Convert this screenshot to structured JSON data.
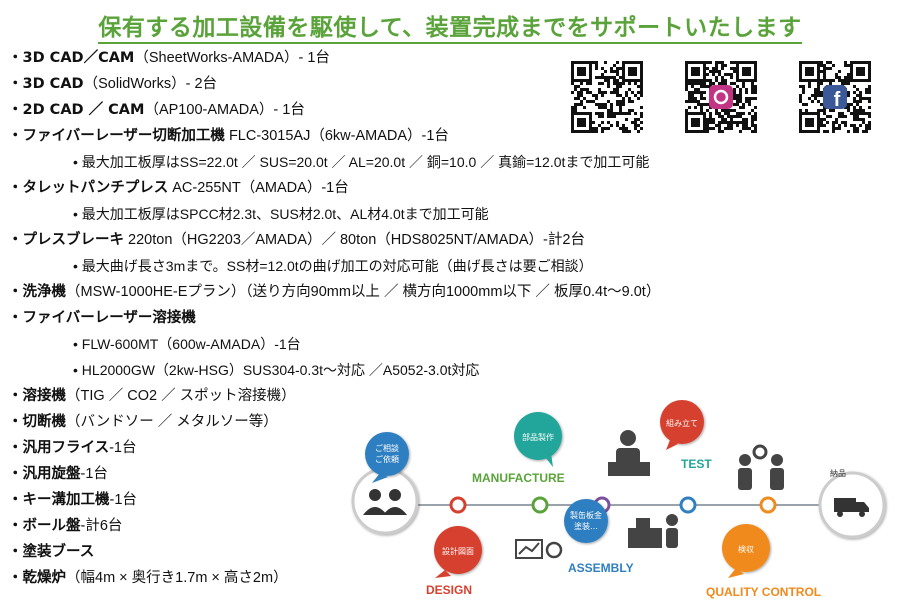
{
  "headline": "保有する加工設備を駆使して、装置完成までをサポートいたします",
  "equipment": [
    {
      "bold": "・3D CAD／CAM",
      "rest": "（SheetWorks-AMADA）- 1台"
    },
    {
      "bold": "・3D CAD",
      "rest": "（SolidWorks）- 2台"
    },
    {
      "bold": "・2D CAD ／ CAM",
      "rest": "（AP100-AMADA）- 1台"
    },
    {
      "bold": "・ファイバーレーザー切断加工機",
      "rest": " FLC-3015AJ（6kw-AMADA）-1台"
    },
    {
      "bold": "",
      "rest": "• 最大加工板厚はSS=22.0t ／ SUS=20.0t ／ AL=20.0t ／ 銅=10.0 ／ 真鍮=12.0tまで加工可能"
    },
    {
      "bold": "・タレットパンチプレス",
      "rest": " AC-255NT（AMADA）-1台"
    },
    {
      "bold": "",
      "rest": "• 最大加工板厚はSPCC材2.3t、SUS材2.0t、AL材4.0tまで加工可能"
    },
    {
      "bold": "・プレスブレーキ",
      "rest": " 220ton（HG2203／AMADA）／ 80ton（HDS8025NT/AMADA）-計2台"
    },
    {
      "bold": "",
      "rest": "• 最大曲げ長さ3mまで。SS材=12.0tの曲げ加工の対応可能（曲げ長さは要ご相談）"
    },
    {
      "bold": "・洗浄機",
      "rest": "（MSW-1000HE-Eプラン）（送り方向90mm以上 ／ 横方向1000mm以下 ／ 板厚0.4t～9.0t）"
    },
    {
      "bold": "・ファイバーレーザー溶接機",
      "rest": ""
    },
    {
      "bold": "",
      "rest": "• FLW-600MT（600w-AMADA）-1台"
    },
    {
      "bold": "",
      "rest": "• HL2000GW（2kw-HSG）SUS304-0.3t～対応 ／A5052-3.0t対応"
    },
    {
      "bold": "・溶接機",
      "rest": "（TIG ／ CO2 ／ スポット溶接機）"
    },
    {
      "bold": "・切断機",
      "rest": "（バンドソー ／ メタルソー等）"
    },
    {
      "bold": "・汎用フライス",
      "rest": "-1台"
    },
    {
      "bold": "・汎用旋盤",
      "rest": "-1台"
    },
    {
      "bold": "・キー溝加工機",
      "rest": "-1台"
    },
    {
      "bold": "・ボール盤",
      "rest": "-計6台"
    },
    {
      "bold": "・塗装ブース",
      "rest": ""
    },
    {
      "bold": "・乾燥炉",
      "rest": "（幅4m × 奥行き1.7m × 高さ2m）"
    }
  ],
  "qr_codes": [
    {
      "name": "website-qr",
      "icon": "qr-code"
    },
    {
      "name": "instagram-qr",
      "icon": "instagram-logo"
    },
    {
      "name": "facebook-qr",
      "icon": "facebook-logo"
    }
  ],
  "process": {
    "bubbles": {
      "consult": "ご相談\nご依頼",
      "parts": "部品製作",
      "assemble": "組み立て",
      "design": "設計図面",
      "sheet": "製缶板金\n塗装…",
      "inspect": "検収",
      "deliver": "納品"
    },
    "labels": {
      "manufacture": "MANUFACTURE",
      "test": "TEST",
      "design": "DESIGN",
      "assembly": "ASSEMBLY",
      "quality": "QUALITY CONTROL"
    },
    "colors": {
      "blue": "#2f7fc1",
      "red": "#d6402f",
      "green": "#5aa33a",
      "purple": "#7a4f9d",
      "orange": "#f08a1c",
      "teal": "#24a59a",
      "gray": "#555555"
    }
  }
}
